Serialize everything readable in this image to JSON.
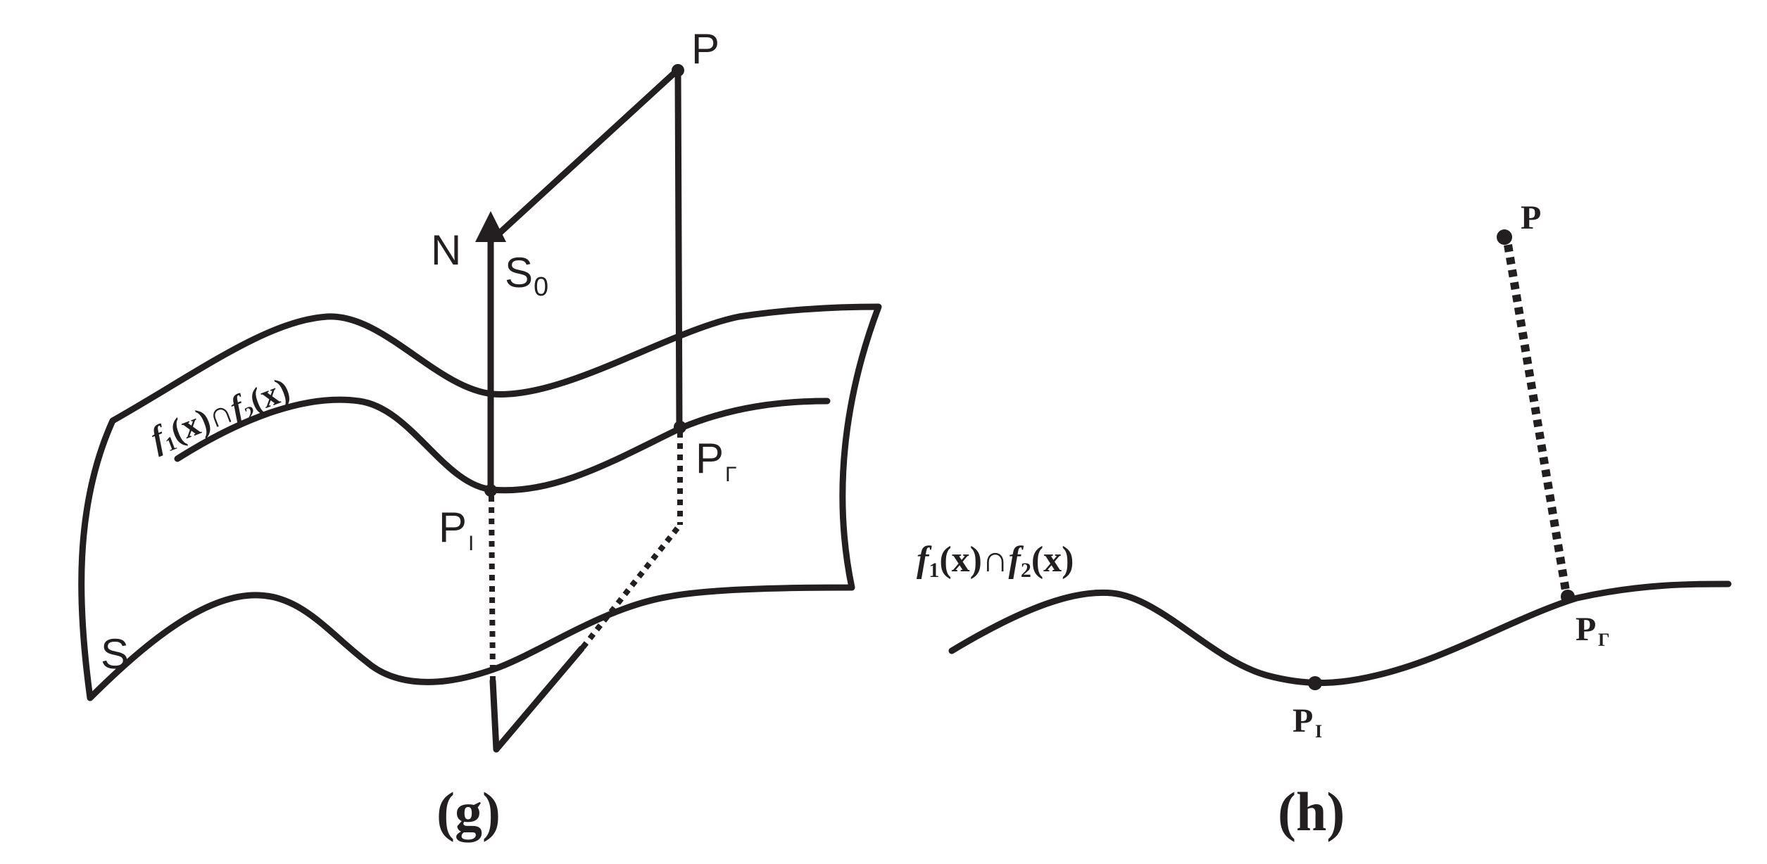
{
  "panel_g": {
    "caption": "(g)",
    "labels": {
      "P": "P",
      "N": "N",
      "S0_main": "S",
      "S0_sub": "0",
      "PT_main": "P",
      "PT_sub": "Γ",
      "PI_main": "P",
      "PI_sub": "I",
      "S": "S"
    },
    "curve_label": {
      "f1": "f",
      "f1_sub": "1",
      "x1": "(x)",
      "cap": "∩",
      "f2": "f",
      "f2_sub": "2",
      "x2": "(x)"
    }
  },
  "panel_h": {
    "caption": "(h)",
    "labels": {
      "P": "P",
      "PI_main": "P",
      "PI_sub": "I",
      "PT_main": "P",
      "PT_sub": "Γ"
    },
    "curve_label": {
      "f1": "f",
      "f1_sub": "1",
      "x1": "(x)",
      "cap": "∩",
      "f2": "f",
      "f2_sub": "2",
      "x2": "(x)"
    }
  }
}
